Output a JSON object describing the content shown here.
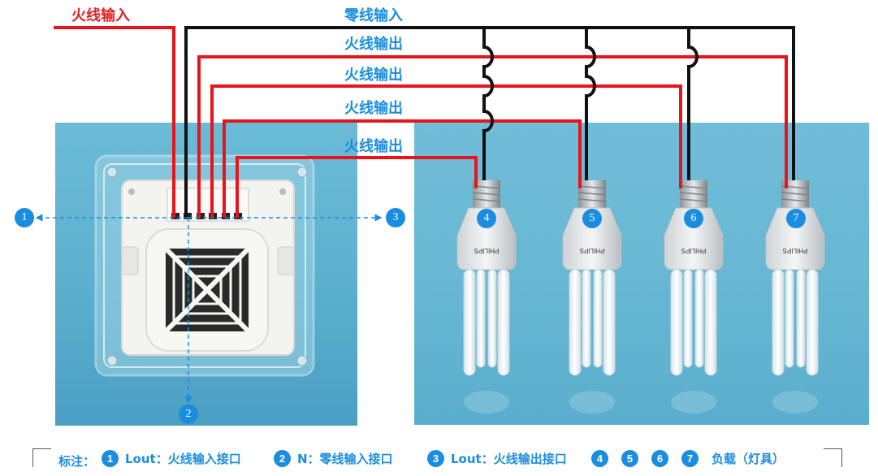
{
  "wire_labels": {
    "live_in": "火线输入",
    "neutral_in": "零线输入",
    "live_out_1": "火线输出",
    "live_out_2": "火线输出",
    "live_out_3": "火线输出",
    "live_out_4": "火线输出"
  },
  "markers": {
    "m1": "1",
    "m2": "2",
    "m3": "3",
    "m4": "4",
    "m5": "5",
    "m6": "6",
    "m7": "7"
  },
  "lamp_brand": "PHILIPS",
  "legend": {
    "prefix": "标注：",
    "item1_num": "1",
    "item1_text": "Lout：火线输入接口",
    "item2_num": "2",
    "item2_text": "N：零线输入接口",
    "item3_num": "3",
    "item3_text": "Lout：火线输出接口",
    "load_nums": [
      "4",
      "5",
      "6",
      "7"
    ],
    "load_text": "负载（灯具）"
  },
  "colors": {
    "live": "#e8141c",
    "neutral": "#111111",
    "accent": "#1a8de0",
    "background_photo": "#66b6d3"
  }
}
